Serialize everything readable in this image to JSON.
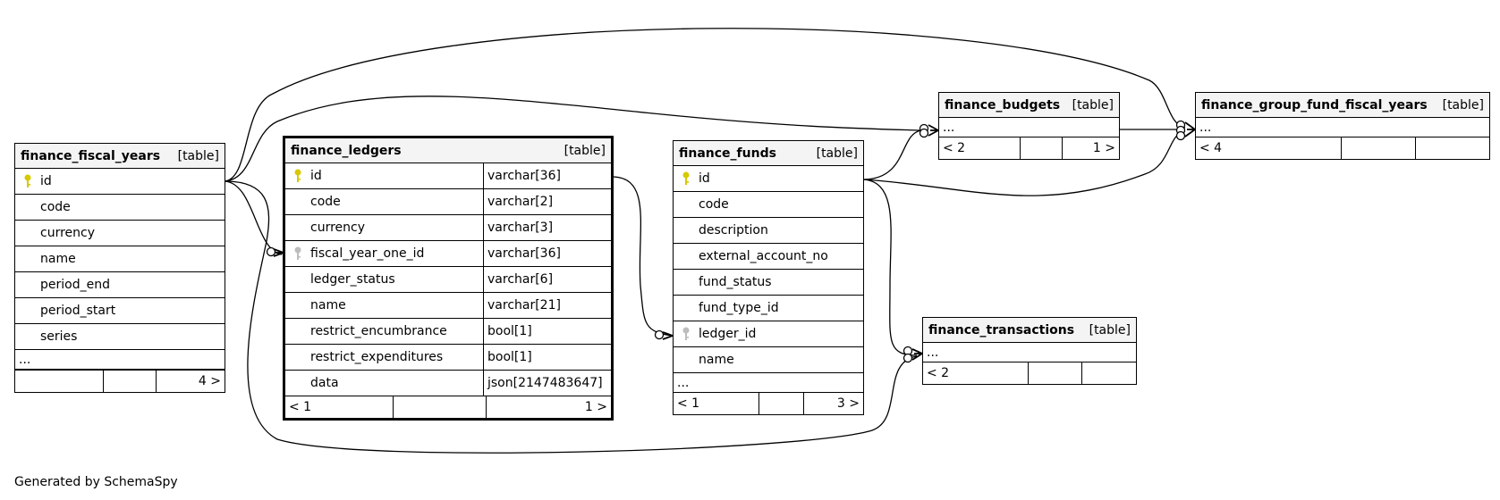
{
  "generator": "Generated by SchemaSpy",
  "type_label": "[table]",
  "colors": {
    "pk_key": "#d6c900",
    "fk_key": "#bdbdbd",
    "header_bg": "#f4f4f4"
  },
  "tables": {
    "fiscal_years": {
      "name": "finance_fiscal_years",
      "columns": [
        "id",
        "code",
        "currency",
        "name",
        "period_end",
        "period_start",
        "series"
      ],
      "more": "...",
      "foot": [
        "",
        "",
        "4 >"
      ]
    },
    "ledgers": {
      "name": "finance_ledgers",
      "columns": [
        {
          "name": "id",
          "type": "varchar[36]"
        },
        {
          "name": "code",
          "type": "varchar[2]"
        },
        {
          "name": "currency",
          "type": "varchar[3]"
        },
        {
          "name": "fiscal_year_one_id",
          "type": "varchar[36]"
        },
        {
          "name": "ledger_status",
          "type": "varchar[6]"
        },
        {
          "name": "name",
          "type": "varchar[21]"
        },
        {
          "name": "restrict_encumbrance",
          "type": "bool[1]"
        },
        {
          "name": "restrict_expenditures",
          "type": "bool[1]"
        },
        {
          "name": "data",
          "type": "json[2147483647]"
        }
      ],
      "foot": [
        "< 1",
        "",
        "1 >"
      ]
    },
    "funds": {
      "name": "finance_funds",
      "columns": [
        "id",
        "code",
        "description",
        "external_account_no",
        "fund_status",
        "fund_type_id",
        "ledger_id",
        "name"
      ],
      "more": "...",
      "foot": [
        "< 1",
        "",
        "3 >"
      ]
    },
    "budgets": {
      "name": "finance_budgets",
      "more": "...",
      "foot": [
        "< 2",
        "",
        "1 >"
      ]
    },
    "group_fund_fiscal_years": {
      "name": "finance_group_fund_fiscal_years",
      "more": "...",
      "foot": [
        "< 4",
        "",
        ""
      ]
    },
    "transactions": {
      "name": "finance_transactions",
      "more": "...",
      "foot": [
        "< 2",
        "",
        ""
      ]
    }
  }
}
